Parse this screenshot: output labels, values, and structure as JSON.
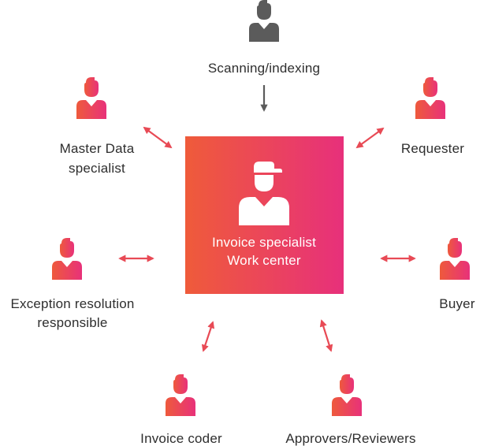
{
  "center": {
    "line1": "Invoice specialist",
    "line2": "Work center"
  },
  "roles": {
    "scanning": {
      "label": "Scanning/indexing"
    },
    "master_data": {
      "line1": "Master Data",
      "line2": "specialist"
    },
    "requester": {
      "label": "Requester"
    },
    "exception": {
      "line1": "Exception resolution",
      "line2": "responsible"
    },
    "buyer": {
      "label": "Buyer"
    },
    "invoice_coder": {
      "label": "Invoice coder"
    },
    "approvers": {
      "label": "Approvers/Reviewers"
    }
  },
  "colors": {
    "gradient_start": "#ee5a3c",
    "gradient_end": "#e8317a",
    "gray_person": "#5b5b5b",
    "arrow_red": "#e84a55",
    "arrow_gray": "#5b5b5b",
    "text": "#2e2e2e"
  },
  "icons": {
    "person": "person-icon",
    "cap_person": "capped-person-icon"
  }
}
